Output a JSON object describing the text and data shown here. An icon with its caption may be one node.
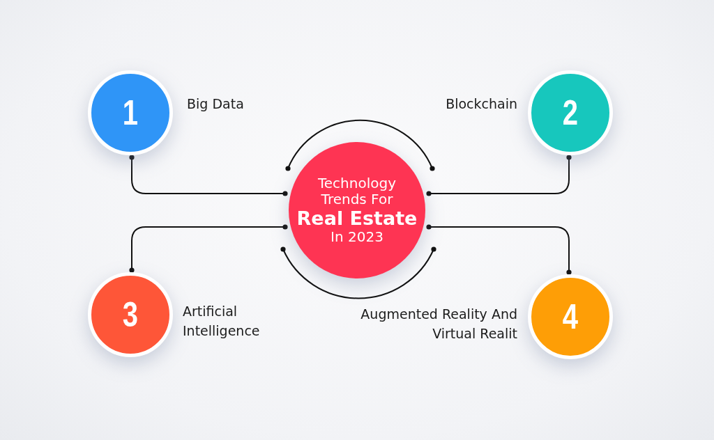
{
  "diagram": {
    "nodes": [
      {
        "text": [
          "Technology Trends For",
          "Real Estate",
          "In 2023"
        ]
      },
      {
        "text": [
          "1"
        ],
        "beside": [
          "Big Data"
        ]
      },
      {
        "text": [
          "2"
        ],
        "beside": [
          "Blockchain"
        ]
      },
      {
        "text": [
          "3"
        ],
        "beside": [
          "Artificial Intelligence"
        ]
      },
      {
        "text": [
          "4"
        ],
        "beside": [
          "Augmented Reality And Virtual Realit"
        ]
      }
    ],
    "edges": [
      {
        "from": 0,
        "to": 1,
        "arrow": "other"
      },
      {
        "from": 0,
        "to": 2,
        "arrow": "other"
      },
      {
        "from": 0,
        "to": 3,
        "arrow": "other"
      },
      {
        "from": 0,
        "to": 4,
        "arrow": "other"
      }
    ]
  }
}
